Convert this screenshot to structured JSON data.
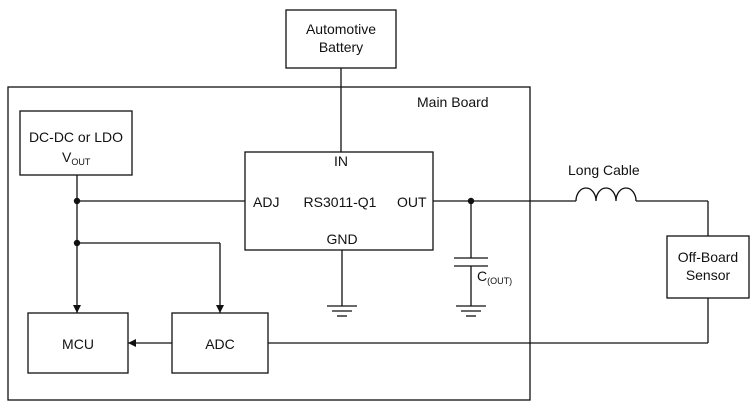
{
  "labels": {
    "battery_line1": "Automotive",
    "battery_line2": "Battery",
    "main_board": "Main Board",
    "supply_line1": "DC-DC or LDO",
    "vout_main": "V",
    "vout_sub": "OUT",
    "ic_in": "IN",
    "ic_adj": "ADJ",
    "ic_name": "RS3011-Q1",
    "ic_out": "OUT",
    "ic_gnd": "GND",
    "cap_main": "C",
    "cap_sub": "(OUT)",
    "long_cable": "Long Cable",
    "sensor_line1": "Off-Board",
    "sensor_line2": "Sensor",
    "mcu": "MCU",
    "adc": "ADC"
  }
}
